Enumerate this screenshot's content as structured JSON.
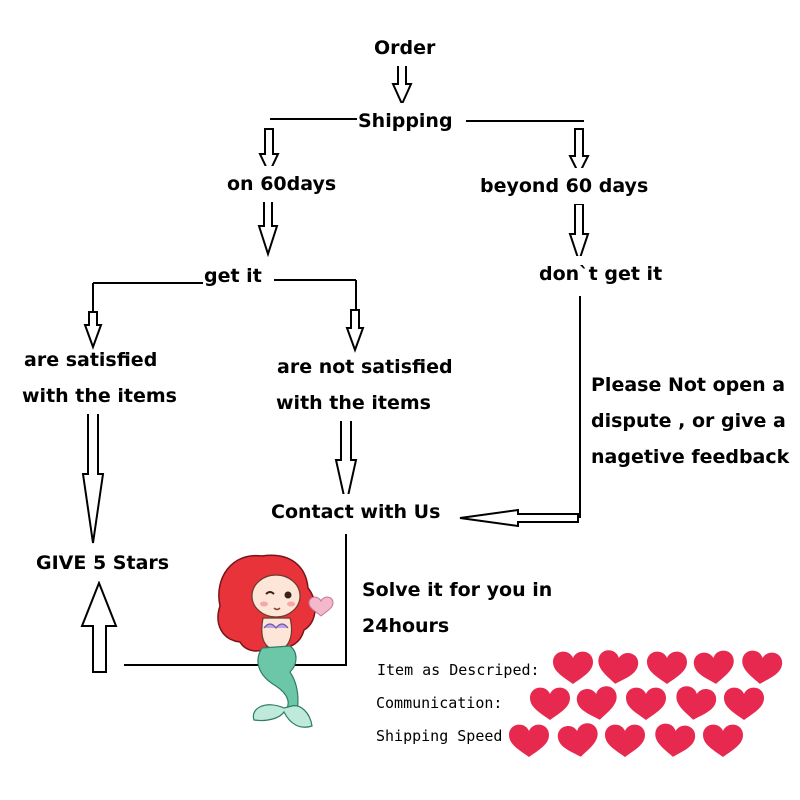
{
  "flow": {
    "order": "Order",
    "shipping": "Shipping",
    "on_60days": "on 60days",
    "beyond_60days": "beyond 60 days",
    "get_it": "get it",
    "dont_get_it": "don`t get it",
    "satisfied_line1": "are satisfied",
    "satisfied_line2": "with the items",
    "not_satisfied_line1": "are not satisfied",
    "not_satisfied_line2": "with the items",
    "dispute_line1": "Please Not open a",
    "dispute_line2": "dispute , or give a",
    "dispute_line3": "nagetive feedback",
    "contact": "Contact with Us",
    "give_stars": "GIVE 5 Stars",
    "solve_line1": "Solve it for you in",
    "solve_line2": "24hours"
  },
  "ratings": [
    {
      "label": "Item as Descriped:",
      "hearts": 5
    },
    {
      "label": "Communication:",
      "hearts": 5
    },
    {
      "label": "Shipping Speed",
      "hearts": 5
    }
  ],
  "colors": {
    "heart": "#e8294f",
    "mermaid_hair": "#e8333a",
    "mermaid_tail": "#6cc7a8",
    "small_heart": "#f4b8cc"
  },
  "icons": [
    "heart-icon",
    "mermaid-illustration",
    "small-heart-icon"
  ]
}
